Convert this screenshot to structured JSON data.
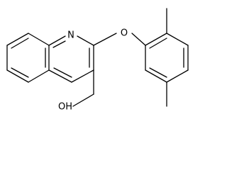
{
  "molecule": {
    "atoms": {
      "nitrogen": "N",
      "oxygen": "O",
      "hydroxyl": "OH"
    },
    "colors": {
      "bond": "#000000",
      "background": "#ffffff"
    }
  }
}
